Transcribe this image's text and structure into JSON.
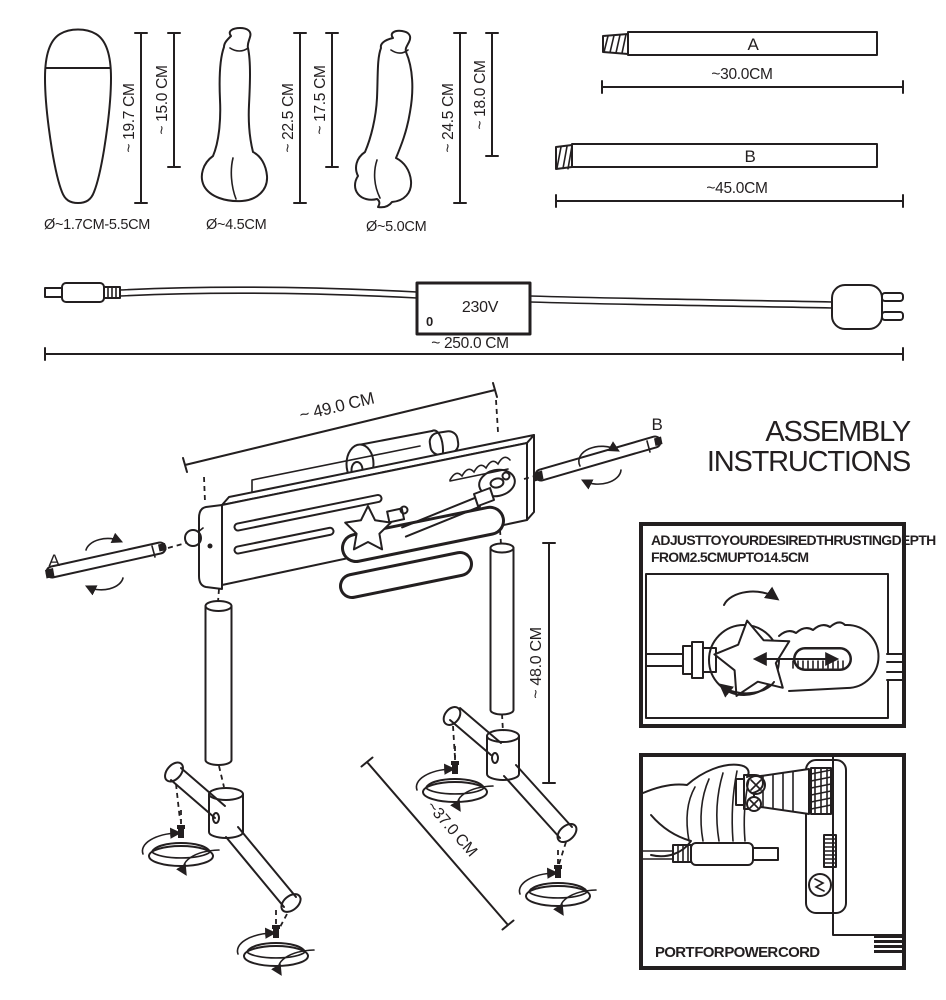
{
  "colors": {
    "ink": "#231f20",
    "paper": "#ffffff"
  },
  "attachments": {
    "items": [
      {
        "name": "masturbator sleeve",
        "length_total": "~ 19.7 CM",
        "length_inner": "~ 15.0 CM",
        "diameter": "Ø~1.7CM-5.5CM"
      },
      {
        "name": "realistic dildo",
        "length_total": "~ 22.5 CM",
        "length_inner": "~ 17.5 CM",
        "diameter": "Ø~4.5CM"
      },
      {
        "name": "curved dildo with suction base",
        "length_total": "~ 24.5 CM",
        "length_inner": "~ 18.0 CM",
        "diameter": "Ø~5.0CM"
      }
    ]
  },
  "rods": {
    "a": {
      "label": "A",
      "length": "~30.0CM"
    },
    "b": {
      "label": "B",
      "length": "~45.0CM"
    }
  },
  "power_cord": {
    "adapter_voltage": "230V",
    "adapter_mark": "0",
    "length": "~ 250.0 CM"
  },
  "assembly": {
    "title_line1": "ASSEMBLY",
    "title_line2": "INSTRUCTIONS",
    "rod_a_label": "A",
    "rod_b_label": "B",
    "machine_length": "~ 49.0 CM",
    "leg_height": "~ 48.0 CM",
    "foot_span": "~37.0 CM"
  },
  "insets": {
    "thrust_depth": {
      "caption_line1": "ADJUST TO YOUR DESIRED THRUSTING DEPTH",
      "caption_line2": "FROM 2.5CM UP TO 14.5CM"
    },
    "power_port": {
      "caption": "PORT FOR POWER CORD"
    }
  }
}
